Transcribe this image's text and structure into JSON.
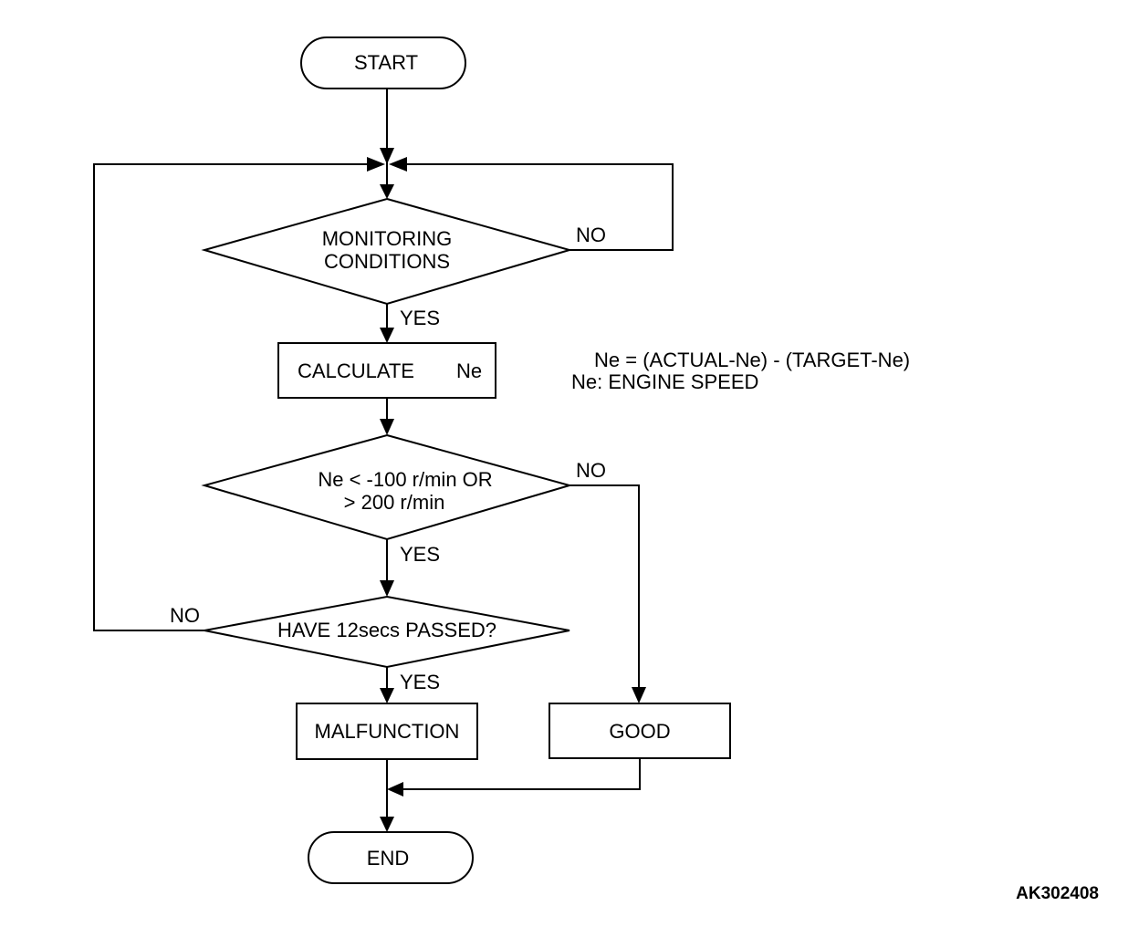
{
  "flowchart": {
    "start": "START",
    "end": "END",
    "decision_monitoring": {
      "line1": "MONITORING",
      "line2": "CONDITIONS"
    },
    "process_calculate": {
      "label": "CALCULATE",
      "var": "Ne"
    },
    "decision_threshold": {
      "line1": "Ne < -100 r/min OR",
      "line2": "> 200 r/min"
    },
    "decision_time": {
      "label": "HAVE 12secs PASSED?"
    },
    "process_malfunction": "MALFUNCTION",
    "process_good": "GOOD",
    "yes_label": "YES",
    "no_label": "NO",
    "note": {
      "line1": "Ne = (ACTUAL-Ne) - (TARGET-Ne)",
      "line2": "Ne: ENGINE SPEED"
    }
  },
  "figure_code": "AK302408"
}
